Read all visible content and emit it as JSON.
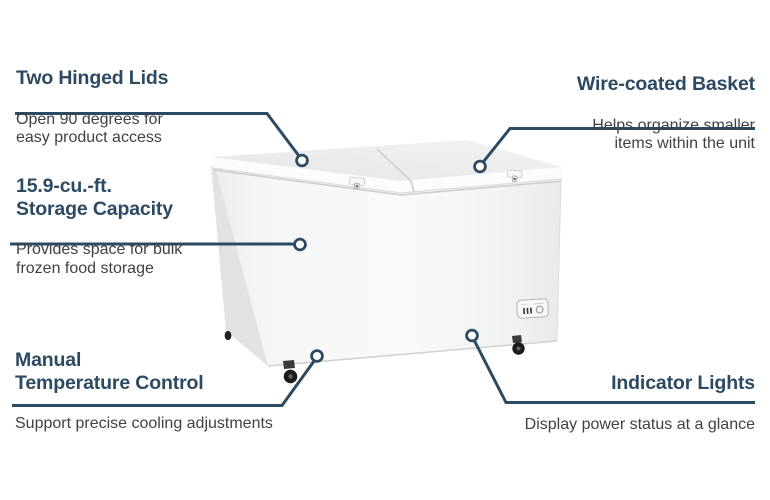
{
  "page": {
    "title": "Chest Freezer Feature Diagram",
    "background": "#ffffff"
  },
  "colors": {
    "accent_navy": "#2d4a63",
    "body_text": "#3f4245"
  },
  "illustration": {
    "name": "chest-freezer",
    "description": "White two-lid chest freezer shown in three-quarter view with casters, latches and a front control panel"
  },
  "callouts": [
    {
      "id": "two-hinged-lids",
      "title": "Two Hinged Lids",
      "description": "Open 90 degrees for\neasy product access"
    },
    {
      "id": "wire-coated-basket",
      "title": "Wire-coated Basket",
      "description": "Helps organize smaller\nitems within the unit"
    },
    {
      "id": "storage-capacity",
      "title": "15.9-cu.-ft.\nStorage Capacity",
      "description": "Provides space for bulk\nfrozen food storage"
    },
    {
      "id": "manual-temperature-control",
      "title": "Manual\nTemperature Control",
      "description": "Support precise cooling adjustments"
    },
    {
      "id": "indicator-lights",
      "title": "Indicator Lights",
      "description": "Display power status at a glance"
    }
  ]
}
